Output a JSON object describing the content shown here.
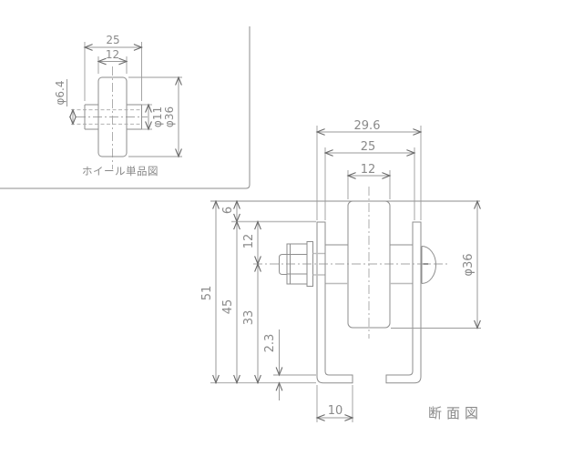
{
  "titles": {
    "inset_label": "ホイール単品図",
    "section_label": "断面図"
  },
  "inset_dims": {
    "hub_width": "25",
    "disc_width": "12",
    "bore_dia": "φ6.4",
    "hub_dia": "φ11",
    "outer_dia": "φ36"
  },
  "section_dims": {
    "bracket_width": "29.6",
    "inner_width": "25",
    "disc_width": "12",
    "wheel_dia": "φ36",
    "total_height": "51",
    "inner_height": "45",
    "top_gap": "6",
    "axis_depth": "12",
    "axis_to_base": "33",
    "plate_thickness": "2.3",
    "foot_width": "10"
  },
  "colors": {
    "line": "#8e8e8e",
    "light": "#bcbcbc",
    "dim": "#9a9a9a",
    "center": "#a6a6a6",
    "arrow": "#6a6a6a",
    "text": "#8a8a8a",
    "background": "#ffffff"
  }
}
